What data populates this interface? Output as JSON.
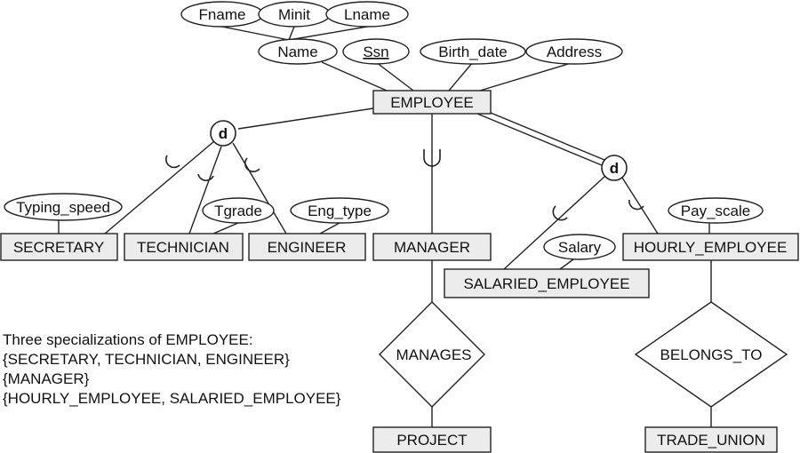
{
  "entities": {
    "employee": "EMPLOYEE",
    "secretary": "SECRETARY",
    "technician": "TECHNICIAN",
    "engineer": "ENGINEER",
    "manager": "MANAGER",
    "salaried_employee": "SALARIED_EMPLOYEE",
    "hourly_employee": "HOURLY_EMPLOYEE",
    "project": "PROJECT",
    "trade_union": "TRADE_UNION"
  },
  "attributes": {
    "fname": "Fname",
    "minit": "Minit",
    "lname": "Lname",
    "name": "Name",
    "ssn": "Ssn",
    "birth_date": "Birth_date",
    "address": "Address",
    "typing_speed": "Typing_speed",
    "tgrade": "Tgrade",
    "eng_type": "Eng_type",
    "salary": "Salary",
    "pay_scale": "Pay_scale"
  },
  "relationships": {
    "manages": "MANAGES",
    "belongs_to": "BELONGS_TO"
  },
  "disjointness": {
    "left": "d",
    "right": "d"
  },
  "caption": {
    "line1": "Three specializations of EMPLOYEE:",
    "line2": "{SECRETARY, TECHNICIAN, ENGINEER}",
    "line3": "{MANAGER}",
    "line4": "{HOURLY_EMPLOYEE, SALARIED_EMPLOYEE}"
  }
}
